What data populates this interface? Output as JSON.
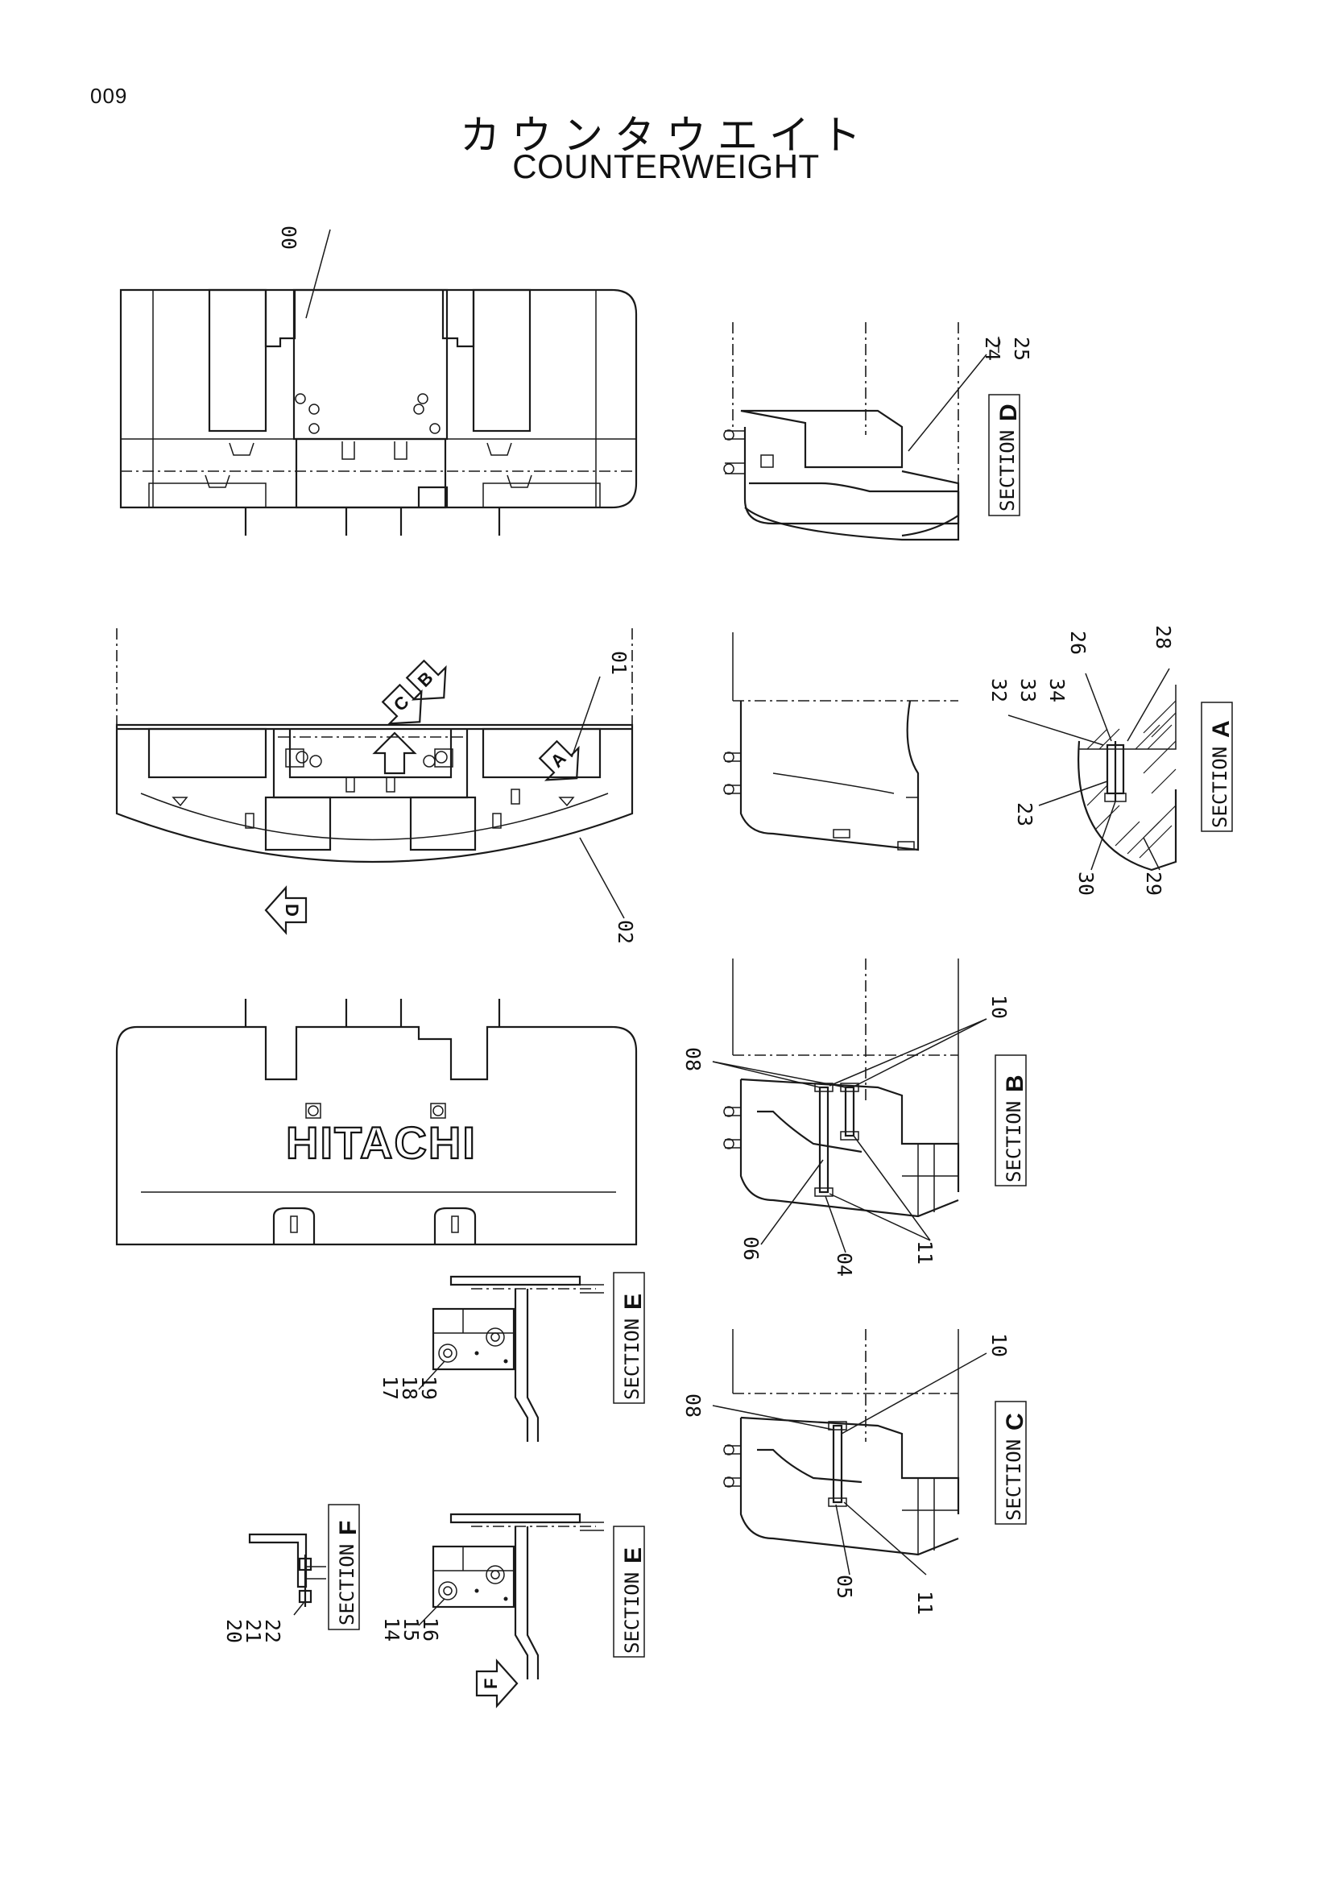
{
  "page": {
    "number": "009",
    "title_jp": "カウンタウエイト",
    "title_en": "COUNTERWEIGHT"
  },
  "logo_text": "HITACHI",
  "sections": {
    "A": {
      "prefix": "SECTION",
      "letter": "A"
    },
    "B": {
      "prefix": "SECTION",
      "letter": "B"
    },
    "C": {
      "prefix": "SECTION",
      "letter": "C"
    },
    "D": {
      "prefix": "SECTION",
      "letter": "D"
    },
    "E": {
      "prefix": "SECTION",
      "letter": "E"
    },
    "F": {
      "prefix": "SECTION",
      "letter": "F"
    }
  },
  "view_arrows": [
    "A",
    "B",
    "C",
    "D",
    "F"
  ],
  "parts": {
    "p00": "00",
    "p01": "01",
    "p02": "02",
    "p04": "04",
    "p05": "05",
    "p06": "06",
    "p08": "08",
    "p10": "10",
    "p11": "11",
    "p14": "14",
    "p15": "15",
    "p16": "16",
    "p17": "17",
    "p18": "18",
    "p19": "19",
    "p20": "20",
    "p21": "21",
    "p22": "22",
    "p23": "23",
    "p24": "24",
    "p25": "25",
    "p26": "26",
    "p28": "28",
    "p29": "29",
    "p30": "30",
    "p32": "32",
    "p33": "33",
    "p34": "34"
  }
}
